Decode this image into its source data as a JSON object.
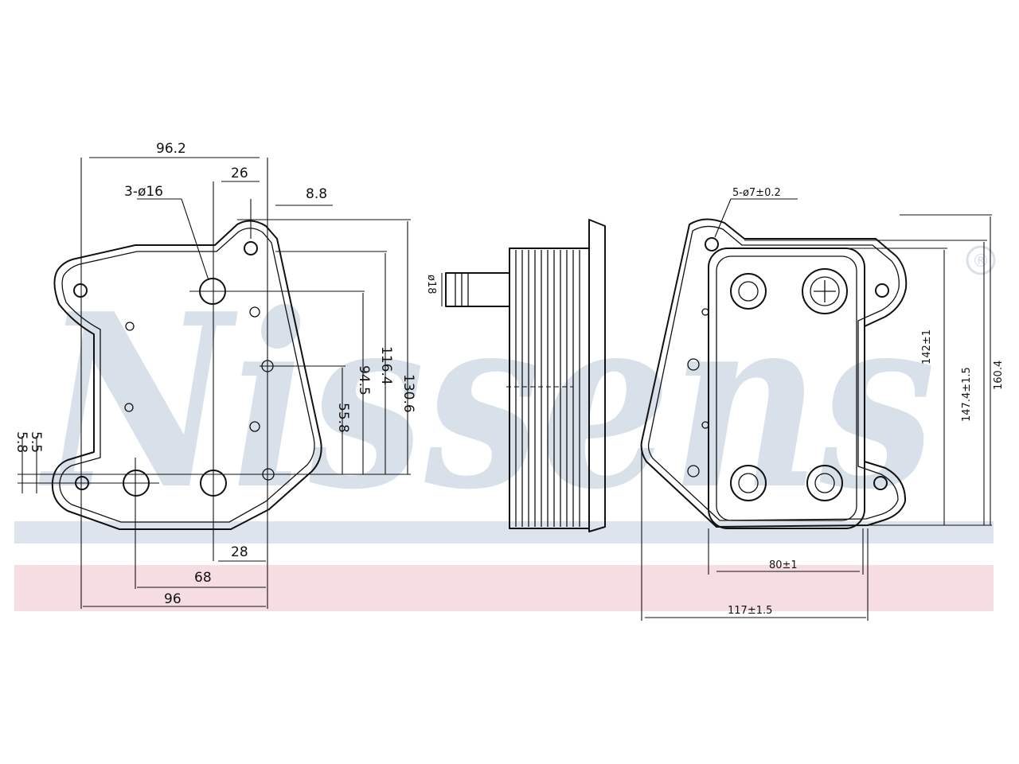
{
  "watermark": {
    "brand": "Nissens",
    "registered_mark": "®",
    "band_colors": [
      "#dde4ee",
      "#f6dde2"
    ]
  },
  "front_view": {
    "hole_callout": "3-ø16",
    "dims": {
      "top_width": "96.2",
      "top_offset": "26",
      "top_small": "8.8",
      "h1": "130.6",
      "h2": "116.4",
      "h3": "94.5",
      "h4": "55.8",
      "left_a": "5.8",
      "left_b": "5.5",
      "bottom_a": "28",
      "bottom_b": "68",
      "bottom_c": "96"
    }
  },
  "side_view": {
    "pipe_dim": "ø18"
  },
  "rear_view": {
    "hole_callout": "5-ø7±0.2",
    "dims": {
      "height_inner": "142±1",
      "height_mid": "147.4±1.5",
      "height_outer": "160.4",
      "width_inner": "80±1",
      "width_outer": "117±1.5"
    }
  }
}
